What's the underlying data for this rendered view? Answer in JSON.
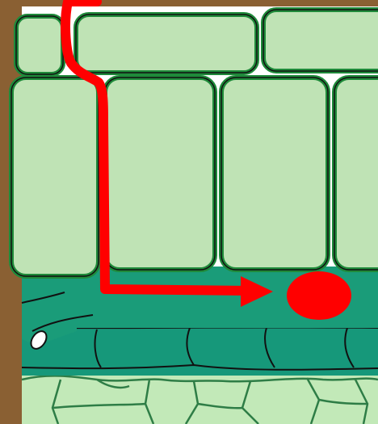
{
  "diagram": {
    "labels": [],
    "colors": {
      "frame": "#8a6033",
      "page": "#ffffff",
      "cell_fill": "#bfe3b5",
      "cell_outline": "#1f8a3a",
      "cell_inner_outline": "#111111",
      "endodermis_band": "#1a9c79",
      "endodermis_lower": "#16987a",
      "stele_fill": "#c2e9b8",
      "stele_outline": "#2e7d46",
      "path": "#ff0000",
      "vessel_tip": "#ffffff"
    },
    "icons": [
      "water-path-arrow",
      "destination-dot",
      "root-hair-tip"
    ]
  }
}
